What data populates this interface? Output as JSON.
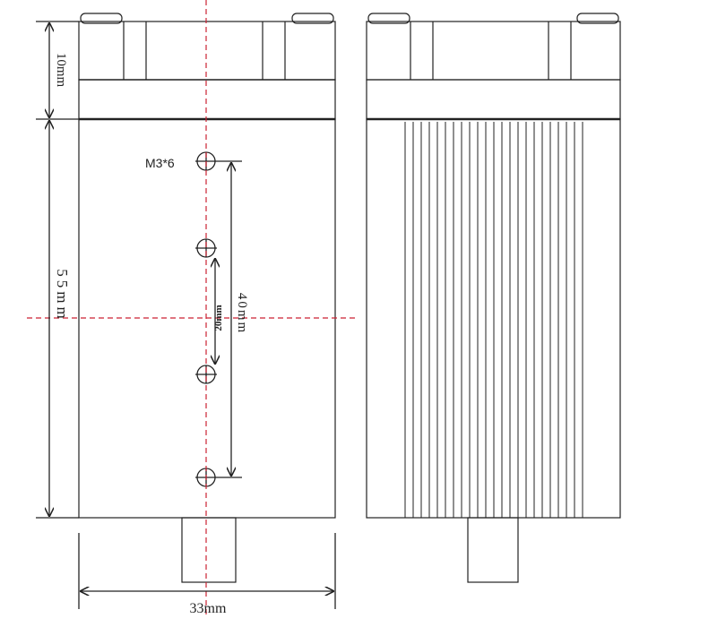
{
  "labels": {
    "top_height": "10mm",
    "body_height": "55mm",
    "width": "33mm",
    "hole_spacing_total": "40mm",
    "hole_spacing_step": "20mm",
    "hole_spec": "M3*6"
  },
  "colors": {
    "line": "#222222",
    "centerline": "#cc2233",
    "background": "#ffffff"
  }
}
